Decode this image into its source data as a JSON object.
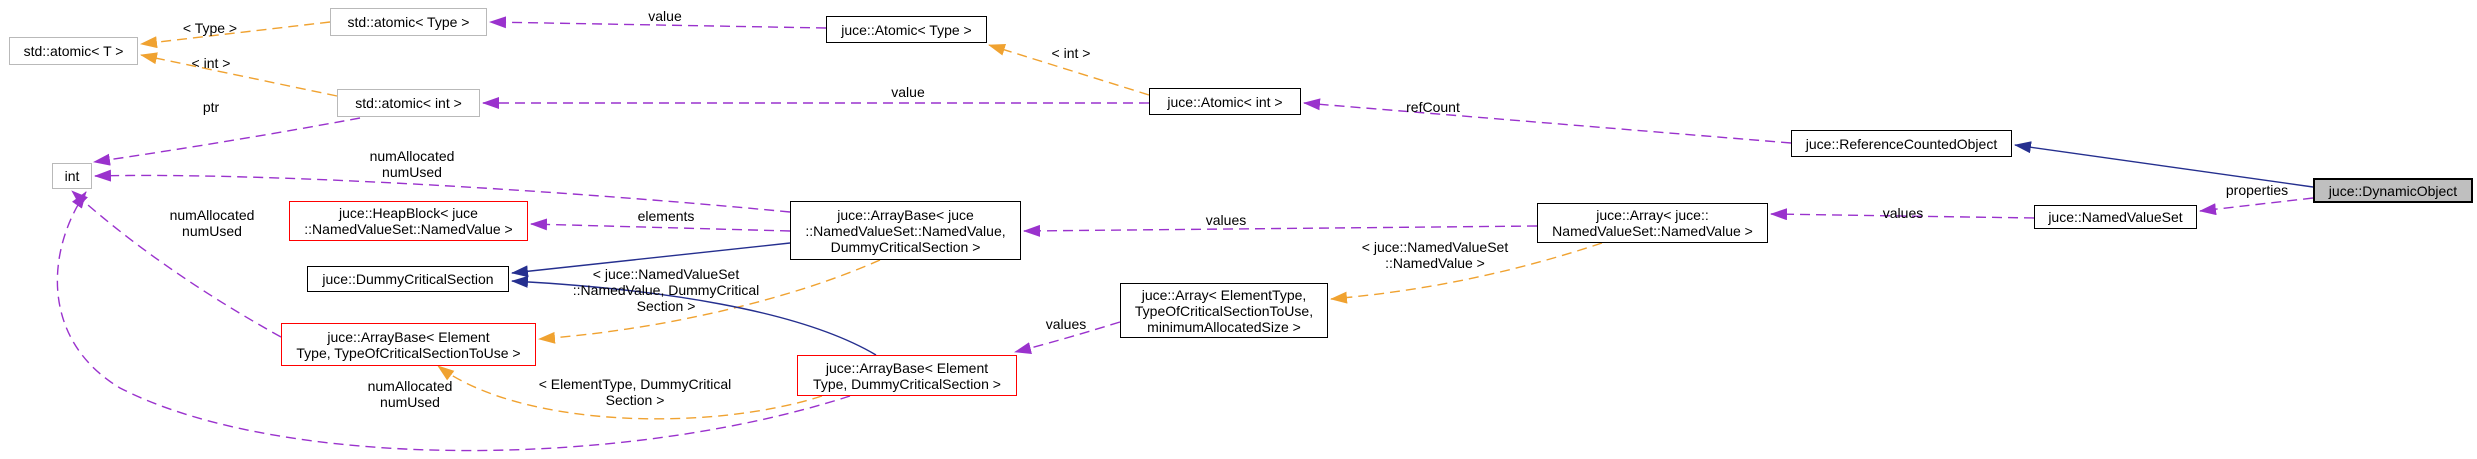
{
  "diagram_type": "doxygen-collaboration-graph",
  "colors": {
    "member_edge": "#9a32cd",
    "template_edge": "#f0a230",
    "inheritance_edge": "#252f8f",
    "node_border": "#000000",
    "external_node_border": "#b9b9b9",
    "truncated_node_border": "#ff0000",
    "focus_node_fill": "#bfbfbf",
    "background": "#ffffff"
  },
  "nodes": {
    "std_atomic_t": "std::atomic< T >",
    "std_atomic_type": "std::atomic< Type >",
    "std_atomic_int": "std::atomic< int >",
    "juce_atomic_type": "juce::Atomic< Type >",
    "juce_atomic_int": "juce::Atomic< int >",
    "juce_reference_counted_object": "juce::ReferenceCountedObject",
    "juce_dynamic_object": "juce::DynamicObject",
    "juce_named_value_set": "juce::NamedValueSet",
    "juce_array_named_value": "juce::Array< juce::\nNamedValueSet::NamedValue >",
    "juce_arraybase_named_value": "juce::ArrayBase< juce\n::NamedValueSet::NamedValue,\nDummyCriticalSection >",
    "juce_heapblock_named_value": "juce::HeapBlock< juce\n::NamedValueSet::NamedValue >",
    "juce_dummy_critical_section": "juce::DummyCriticalSection",
    "int": "int",
    "juce_arraybase_element_tocs": "juce::ArrayBase< Element\nType, TypeOfCriticalSectionToUse >",
    "juce_arraybase_element_dcs": "juce::ArrayBase< Element\nType, DummyCriticalSection >",
    "juce_array_element_type": "juce::Array< ElementType,\nTypeOfCriticalSectionToUse,\nminimumAllocatedSize >"
  },
  "edge_labels": {
    "template_type": "< Type >",
    "template_int_std": "< int >",
    "template_int_juce": "< int >",
    "value_type": "value",
    "value_int": "value",
    "ref_count": "refCount",
    "ptr": "ptr",
    "num_allocated_1": "numAllocated\nnumUsed",
    "num_allocated_2": "numAllocated\nnumUsed",
    "num_allocated_3": "numAllocated\nnumUsed",
    "elements": "elements",
    "values_1": "values",
    "values_2": "values",
    "values_3": "values",
    "properties": "properties",
    "template_nvs_dcs": "< juce::NamedValueSet\n::NamedValue, DummyCritical\nSection >",
    "template_et_dcs": "< ElementType, DummyCritical\nSection >",
    "template_nvs": "< juce::NamedValueSet\n::NamedValue >"
  }
}
